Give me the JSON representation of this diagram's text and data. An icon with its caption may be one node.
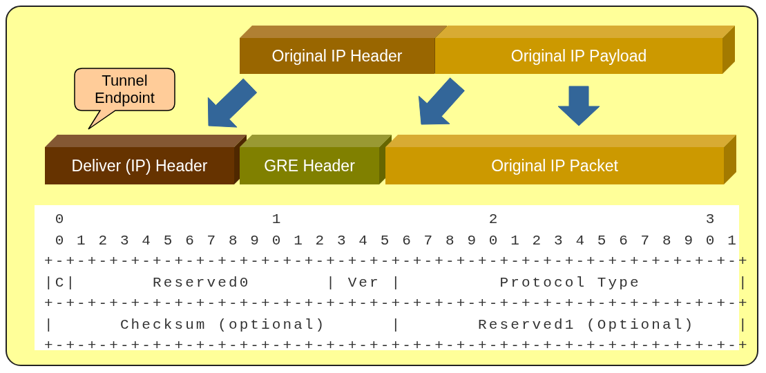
{
  "diagram": {
    "nodes": [
      {
        "text": [
          "Original IP Header"
        ]
      },
      {
        "text": [
          "Original IP Payload"
        ]
      },
      {
        "text": [
          "Tunnel Endpoint"
        ]
      },
      {
        "text": [
          "Deliver (IP) Header"
        ]
      },
      {
        "text": [
          "GRE Header"
        ]
      },
      {
        "text": [
          "Original IP Packet"
        ]
      }
    ],
    "edges": [
      {
        "from": null,
        "to": 3,
        "arrow": "to",
        "style": "thick"
      },
      {
        "from": 0,
        "to": 5,
        "arrow": "to",
        "style": "thick"
      },
      {
        "from": 1,
        "to": 5,
        "arrow": "to",
        "style": "thick"
      }
    ],
    "labels": [
      " 0                   1                   2                   3",
      " 0 1 2 3 4 5 6 7 8 9 0 1 2 3 4 5 6 7 8 9 0 1 2 3 4 5 6 7 8 9 0 1",
      "+-+-+-+-+-+-+-+-+-+-+-+-+-+-+-+-+-+-+-+-+-+-+-+-+-+-+-+-+-+-+-+-+",
      "|C|       Reserved0       | Ver |         Protocol Type         |",
      "+-+-+-+-+-+-+-+-+-+-+-+-+-+-+-+-+-+-+-+-+-+-+-+-+-+-+-+-+-+-+-+-+",
      "|      Checksum (optional)      |       Reserved1 (Optional)    |",
      "+-+-+-+-+-+-+-+-+-+-+-+-+-+-+-+-+-+-+-+-+-+-+-+-+-+-+-+-+-+-+-+-+"
    ]
  }
}
